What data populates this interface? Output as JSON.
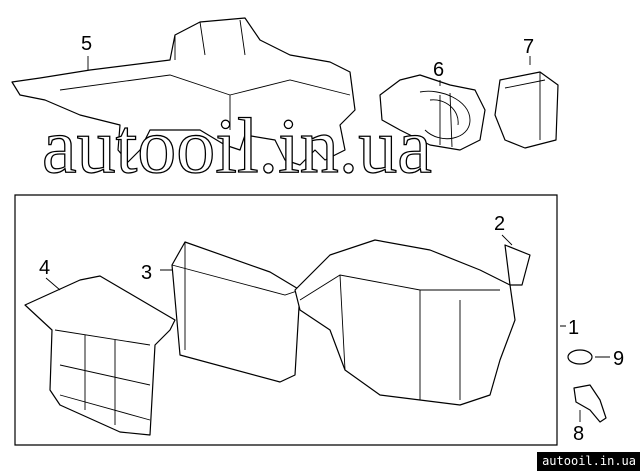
{
  "callouts": {
    "c1": "1",
    "c2": "2",
    "c3": "3",
    "c4": "4",
    "c5": "5",
    "c6": "6",
    "c7": "7",
    "c8": "8",
    "c9": "9"
  },
  "watermark": "autooil.in.ua",
  "badge": "autooil.in.ua"
}
